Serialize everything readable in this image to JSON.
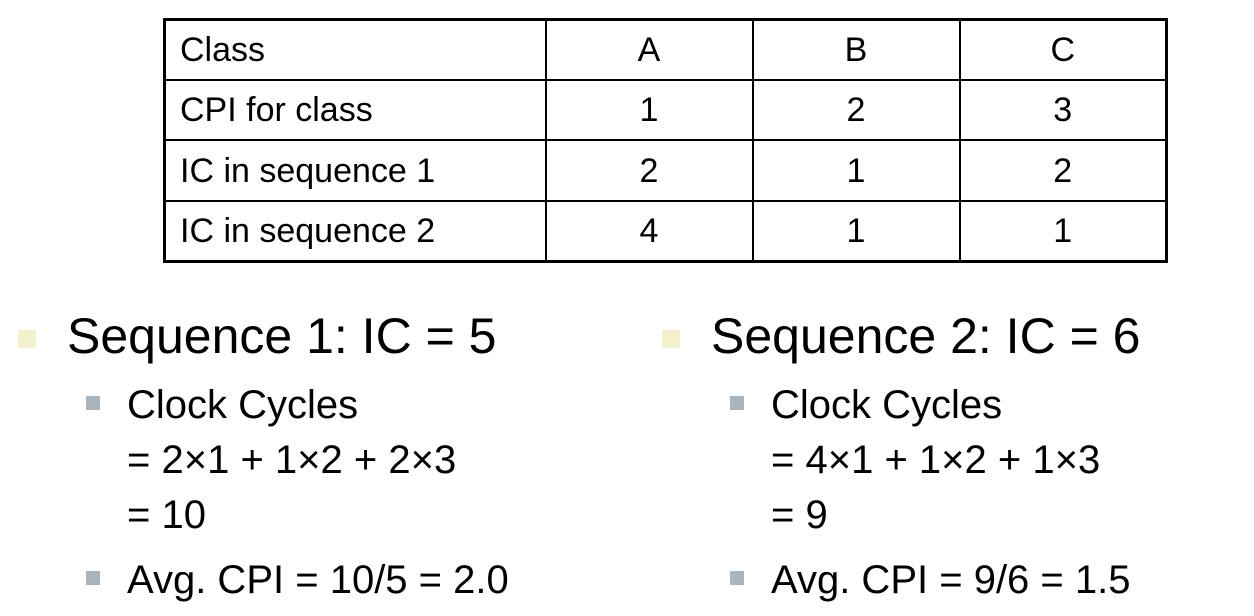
{
  "table": {
    "header": [
      "Class",
      "A",
      "B",
      "C"
    ],
    "rows": [
      [
        "CPI for class",
        "1",
        "2",
        "3"
      ],
      [
        "IC in sequence 1",
        "2",
        "1",
        "2"
      ],
      [
        "IC in sequence 2",
        "4",
        "1",
        "1"
      ]
    ]
  },
  "left": {
    "title": "Sequence 1: IC = 5",
    "clock": {
      "label": "Clock Cycles",
      "expr": "= 2×1 + 1×2 + 2×3",
      "result": "= 10"
    },
    "avg": "Avg. CPI = 10/5 = 2.0"
  },
  "right": {
    "title": "Sequence 2: IC = 6",
    "clock": {
      "label": "Clock Cycles",
      "expr": "= 4×1 + 1×2 + 1×3",
      "result": "= 9"
    },
    "avg": "Avg. CPI = 9/6 = 1.5"
  },
  "colors": {
    "bullet_level1": "#f3f0cc",
    "bullet_level2": "#a9b4bd"
  }
}
